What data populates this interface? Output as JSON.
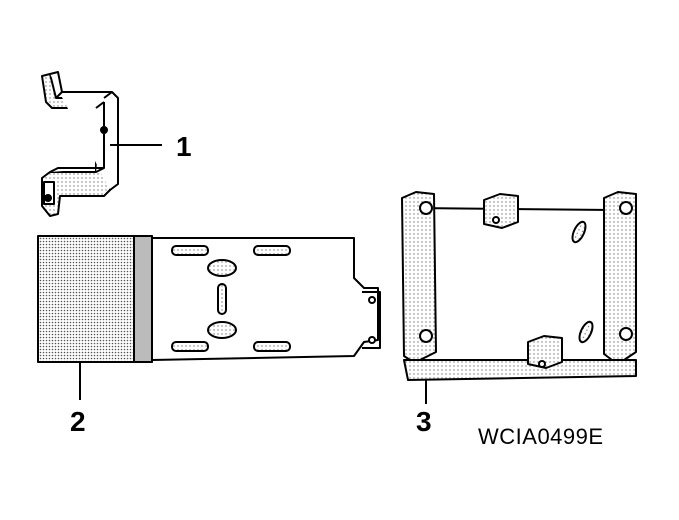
{
  "callouts": [
    {
      "id": "1",
      "text": "1"
    },
    {
      "id": "2",
      "text": "2"
    },
    {
      "id": "3",
      "text": "3"
    }
  ],
  "figure_code": "WCIA0499E",
  "colors": {
    "line": "#000000",
    "fill": "#ffffff",
    "shade": "#9a9a9a"
  }
}
